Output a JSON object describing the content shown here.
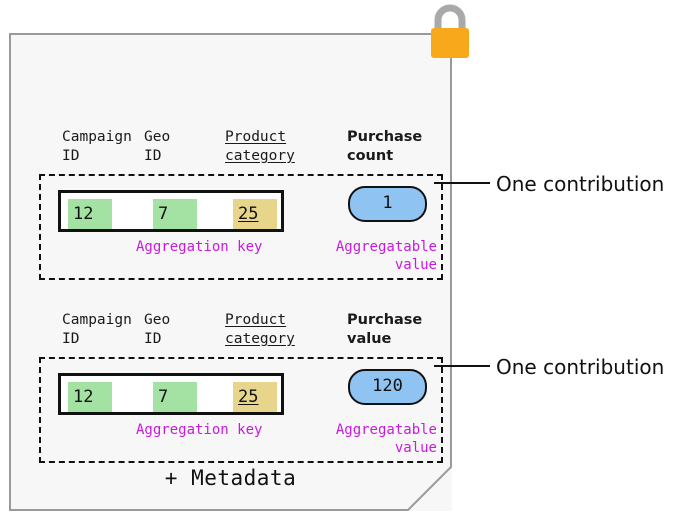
{
  "diagram": {
    "card": {
      "background_color": "#f7f7f7",
      "border_color": "#9a9a9a",
      "metadata_label": "+ Metadata"
    },
    "lock": {
      "icon": "padlock-icon",
      "body_color": "#f7a81b",
      "shackle_color": "#a9a9a9"
    },
    "contributions": [
      {
        "id": "contribution-1",
        "headers": {
          "campaign": "Campaign\nID",
          "geo": "Geo\nID",
          "product": "Product\ncategory",
          "measure": "Purchase\ncount"
        },
        "aggregation_key": {
          "campaign_id": "12",
          "geo_id": "7",
          "product_category": "25"
        },
        "aggregatable_value": "1",
        "key_caption": "Aggregation key",
        "value_caption": "Aggregatable\nvalue",
        "callout": "One contribution"
      },
      {
        "id": "contribution-2",
        "headers": {
          "campaign": "Campaign\nID",
          "geo": "Geo\nID",
          "product": "Product\ncategory",
          "measure": "Purchase\nvalue"
        },
        "aggregation_key": {
          "campaign_id": "12",
          "geo_id": "7",
          "product_category": "25"
        },
        "aggregatable_value": "120",
        "key_caption": "Aggregation key",
        "value_caption": "Aggregatable\nvalue",
        "callout": "One contribution"
      }
    ],
    "colors": {
      "key_chip_green": "#a3e2a3",
      "key_chip_yellow": "#e6d58a",
      "value_pill_blue": "#8fc4f2",
      "caption_magenta": "#c91ae0",
      "outline_black": "#111111"
    }
  }
}
